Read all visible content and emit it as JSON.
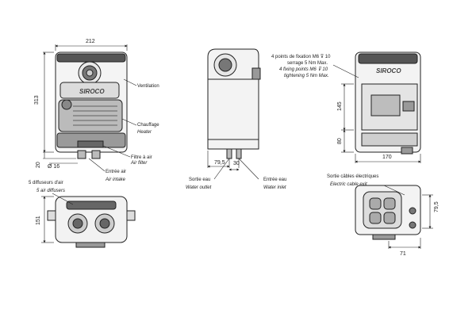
{
  "brand": "SIROCO",
  "dimensions": {
    "front_width": "212",
    "front_height": "313",
    "base_height": "20",
    "diameter": "Ø 16",
    "side_79": "79,5",
    "side_30": "30",
    "top_height": "151",
    "right_145": "145",
    "right_80": "80",
    "right_width": "170",
    "small_795": "79,5",
    "small_71": "71"
  },
  "labels": {
    "ventilation": "Ventilation",
    "chauffage_fr": "Chauffage",
    "chauffage_en": "Heater",
    "filtre_fr": "Filtre à air",
    "filtre_en": "Air filter",
    "entree_air_fr": "Entrée air",
    "entree_air_en": "Air intake",
    "diffuseurs_fr": "5 diffuseurs d'air",
    "diffuseurs_en": "5 air diffusers",
    "sortie_eau_fr": "Sortie eau",
    "sortie_eau_en": "Water outlet",
    "entree_eau_fr": "Entrée eau",
    "entree_eau_en": "Water inlet",
    "fixation_fr_1": "4 points de fixation M6 ⊽ 10",
    "fixation_fr_2": "serrage 5 Nm Max.",
    "fixation_en_1": "4 fixing points M6 ⊽ 10",
    "fixation_en_2": "tightening 5 Nm Max.",
    "cables_fr": "Sortie câbles électriques",
    "cables_en": "Electric cable exit"
  }
}
